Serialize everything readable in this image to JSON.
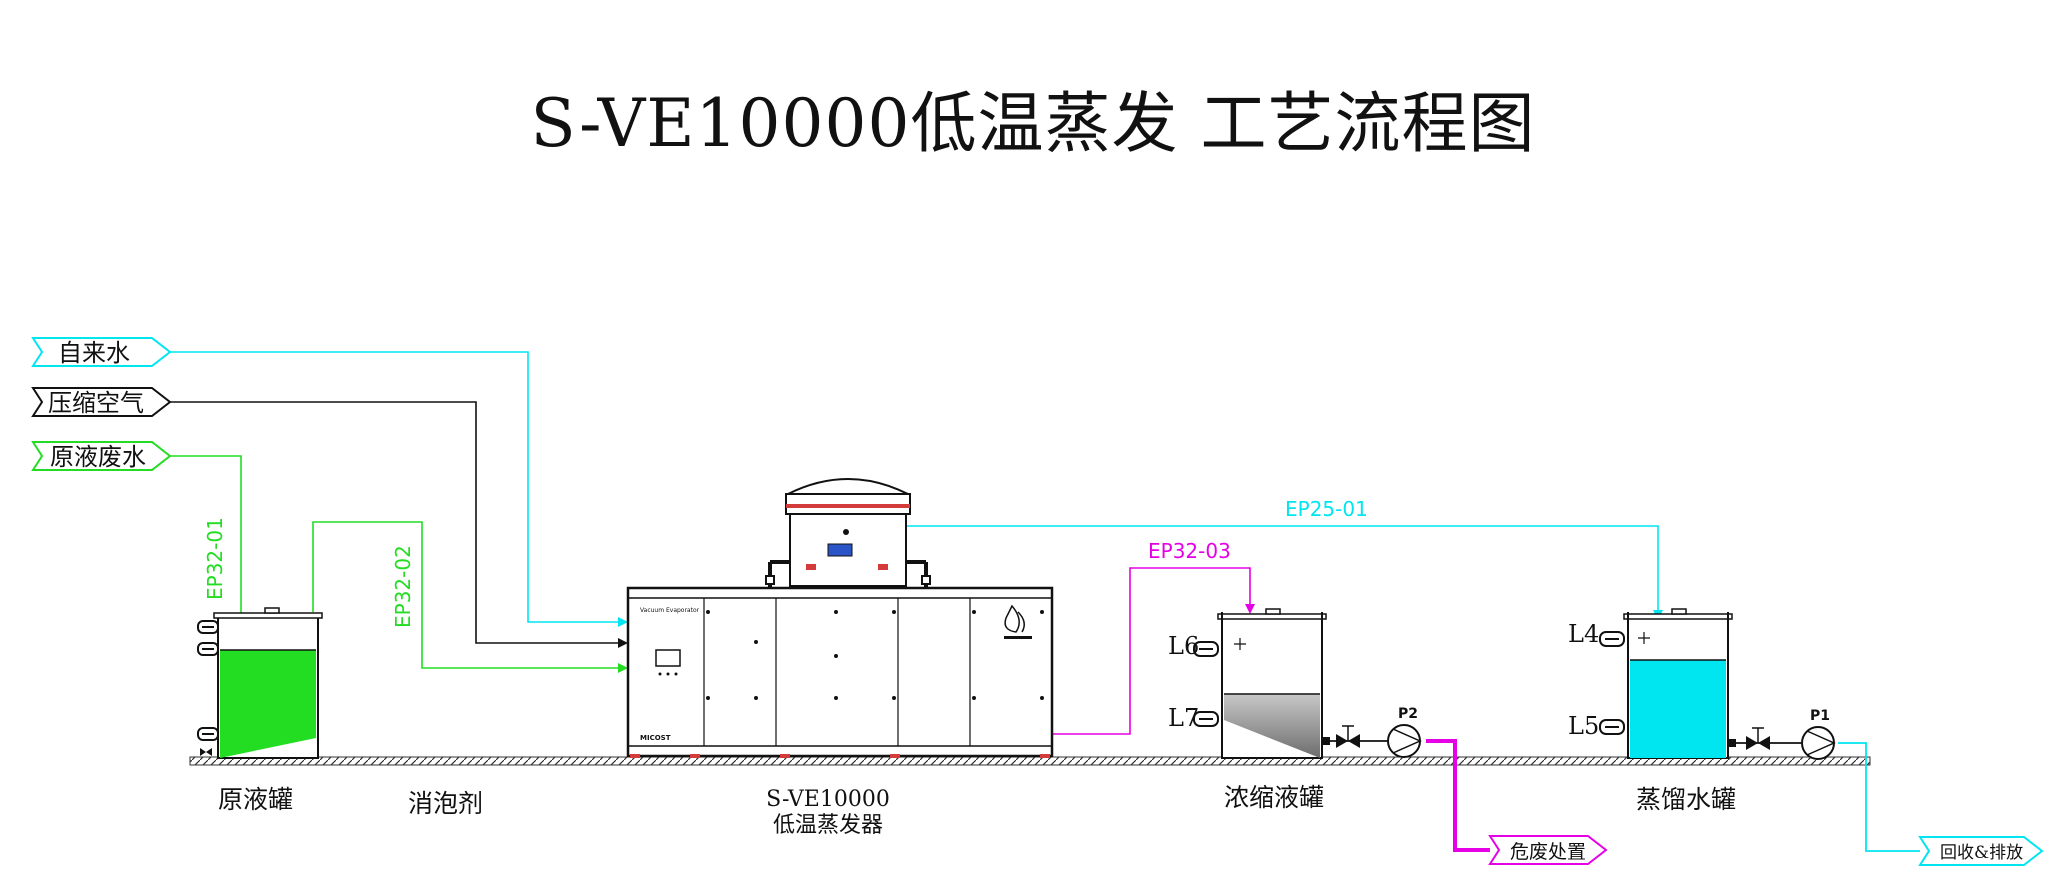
{
  "title": "S-VE10000低温蒸发 工艺流程图",
  "colors": {
    "cyan": "#00e6f0",
    "black": "#111111",
    "green": "#22dd22",
    "magenta": "#e600e6",
    "gray": "#8c8c8c",
    "ground": "#333333"
  },
  "inputs": {
    "tap_water": "自来水",
    "compressed_air": "压缩空气",
    "raw_wastewater": "原液废水"
  },
  "outputs": {
    "hazardous_disposal": "危废处置",
    "recycle_discharge": "回收&排放"
  },
  "pipes": {
    "ep32_01": "EP32-01",
    "ep32_02": "EP32-02",
    "ep32_03": "EP32-03",
    "ep25_01": "EP25-01"
  },
  "equipment": {
    "raw_tank": "原液罐",
    "defoamer": "消泡剂",
    "evaporator_model": "S-VE10000",
    "evaporator_name": "低温蒸发器",
    "concentrate_tank": "浓缩液罐",
    "distillate_tank": "蒸馏水罐",
    "evaporator_nameplate": "Vacuum Evaporator",
    "evaporator_badge": "MICOST"
  },
  "sensors": {
    "l4": "L4",
    "l5": "L5",
    "l6": "L6",
    "l7": "L7"
  },
  "pumps": {
    "p1": "P1",
    "p2": "P2"
  }
}
